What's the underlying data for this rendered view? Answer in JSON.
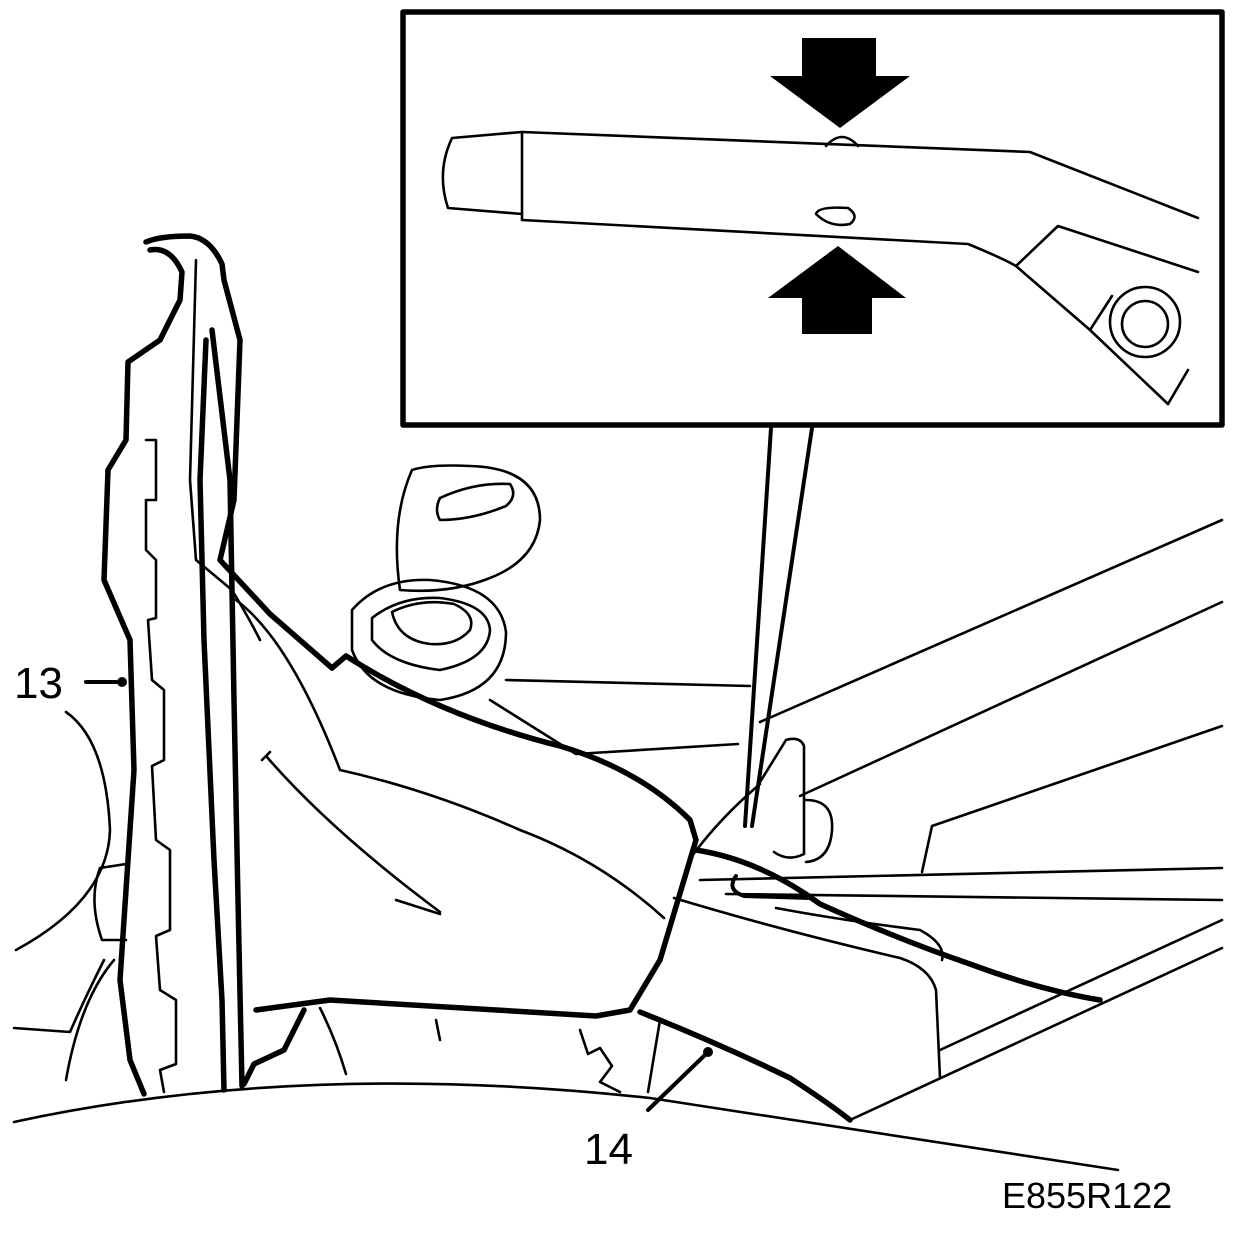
{
  "callouts": {
    "c13": "13",
    "c14": "14"
  },
  "figure_code": "E855R122",
  "colors": {
    "line": "#000000",
    "background": "#ffffff"
  }
}
